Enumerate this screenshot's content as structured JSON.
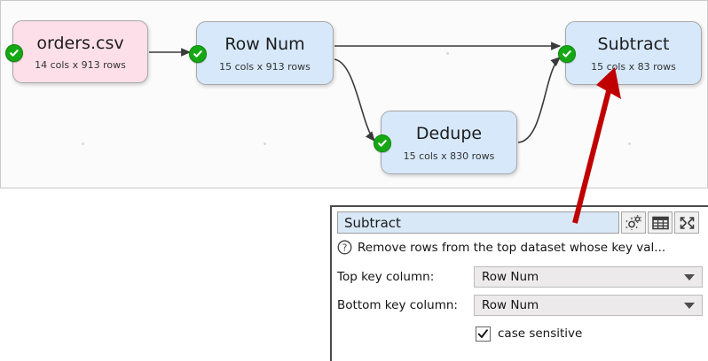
{
  "canvas": {
    "nodes": [
      {
        "id": "orders-csv",
        "title": "orders.csv",
        "subtitle": "14 cols x 913 rows",
        "type": "input",
        "color": "#fcdfe8",
        "status": "ok"
      },
      {
        "id": "row-num",
        "title": "Row Num",
        "subtitle": "15 cols x 913 rows",
        "type": "transform",
        "color": "#d6e8fa",
        "status": "ok"
      },
      {
        "id": "dedupe",
        "title": "Dedupe",
        "subtitle": "15 cols x 830 rows",
        "type": "transform",
        "color": "#d6e8fa",
        "status": "ok"
      },
      {
        "id": "subtract",
        "title": "Subtract",
        "subtitle": "15 cols x 83 rows",
        "type": "transform",
        "color": "#d6e8fa",
        "status": "ok"
      }
    ],
    "annotation_arrow_color": "#c00000"
  },
  "panel": {
    "name_value": "Subtract",
    "name_placeholder": "Name",
    "description": "Remove rows from the top dataset whose key val...",
    "toolbar": {
      "settings_label": "gears-icon",
      "table_label": "table-icon",
      "expand_label": "expand-icon"
    },
    "fields": {
      "top_key_label": "Top key column:",
      "top_key_value": "Row Num",
      "bottom_key_label": "Bottom key column:",
      "bottom_key_value": "Row Num",
      "case_sensitive_label": "case sensitive",
      "case_sensitive_checked": "✓"
    }
  }
}
